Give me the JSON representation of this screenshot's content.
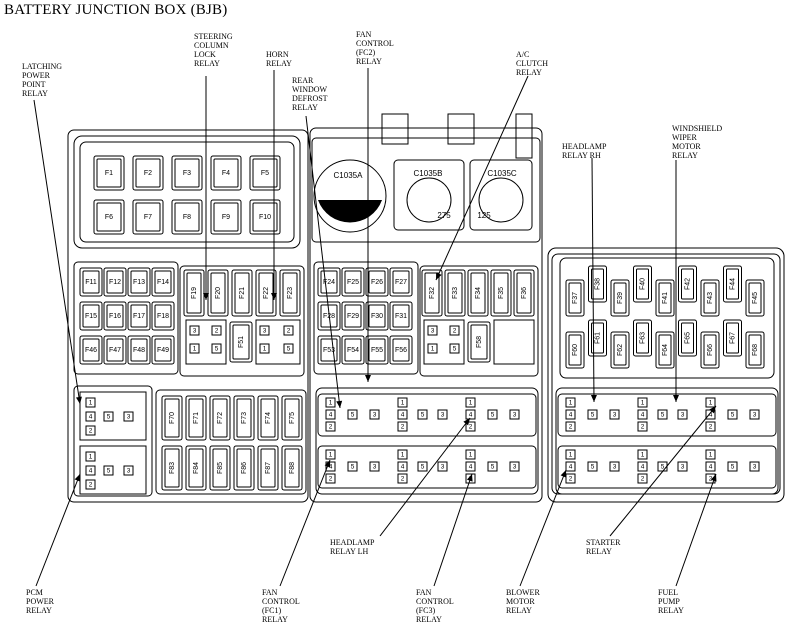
{
  "title": "BATTERY JUNCTION BOX (BJB)",
  "callouts": {
    "latching_power_point_relay": "LATCHING\nPOWER\nPOINT\nRELAY",
    "steering_column_lock_relay": "STEERING\nCOLUMN\nLOCK\nRELAY",
    "horn_relay": "HORN\nRELAY",
    "rear_window_defrost_relay": "REAR\nWINDOW\nDEFROST\nRELAY",
    "fan_control_fc2_relay": "FAN\nCONTROL\n(FC2)\nRELAY",
    "ac_clutch_relay": "A/C\nCLUTCH\nRELAY",
    "headlamp_relay_rh": "HEADLAMP\nRELAY RH",
    "windshield_wiper_motor_relay": "WINDSHIELD\nWIPER\nMOTOR\nRELAY",
    "pcm_power_relay": "PCM\nPOWER\nRELAY",
    "fan_control_fc1_relay": "FAN\nCONTROL\n(FC1)\nRELAY",
    "headlamp_relay_lh": "HEADLAMP\nRELAY LH",
    "fan_control_fc3_relay": "FAN\nCONTROL\n(FC3)\nRELAY",
    "blower_motor_relay": "BLOWER\nMOTOR\nRELAY",
    "starter_relay": "STARTER\nRELAY",
    "fuel_pump_relay": "FUEL\nPUMP\nRELAY"
  },
  "connectors": {
    "c1035a": "C1035A",
    "c1035b": "C1035B",
    "c1035c": "C1035C",
    "c1035b_value": "275",
    "c1035c_value": "125"
  },
  "fuses_top": [
    "F1",
    "F2",
    "F3",
    "F4",
    "F5",
    "F6",
    "F7",
    "F8",
    "F9",
    "F10"
  ],
  "fuses_left_mid": [
    "F11",
    "F12",
    "F13",
    "F14",
    "F15",
    "F16",
    "F17",
    "F18",
    "F46",
    "F47",
    "F48",
    "F49"
  ],
  "fuses_vertical_left": [
    "F19",
    "F20",
    "F21",
    "F22",
    "F23"
  ],
  "fuse_f51": "F51",
  "fuses_center_mid": [
    "F24",
    "F25",
    "F26",
    "F27",
    "F28",
    "F29",
    "F30",
    "F31",
    "F53",
    "F54",
    "F55",
    "F56"
  ],
  "fuses_vertical_center": [
    "F32",
    "F33",
    "F34",
    "F35",
    "F36"
  ],
  "fuse_f58": "F58",
  "fuses_right_upper": [
    "F37",
    "F38",
    "F39",
    "F40",
    "F41",
    "F42",
    "F43",
    "F44",
    "F45"
  ],
  "fuses_right_lower": [
    "F60",
    "F61",
    "F62",
    "F63",
    "F64",
    "F65",
    "F66",
    "F67",
    "F68"
  ],
  "fuses_bottom_left_top": [
    "F70",
    "F71",
    "F72",
    "F73",
    "F74",
    "F75"
  ],
  "fuses_bottom_left_bottom": [
    "F83",
    "F84",
    "F85",
    "F86",
    "F87",
    "F88"
  ],
  "pins": {
    "p1": "1",
    "p2": "2",
    "p3": "3",
    "p4": "4",
    "p5": "5"
  }
}
